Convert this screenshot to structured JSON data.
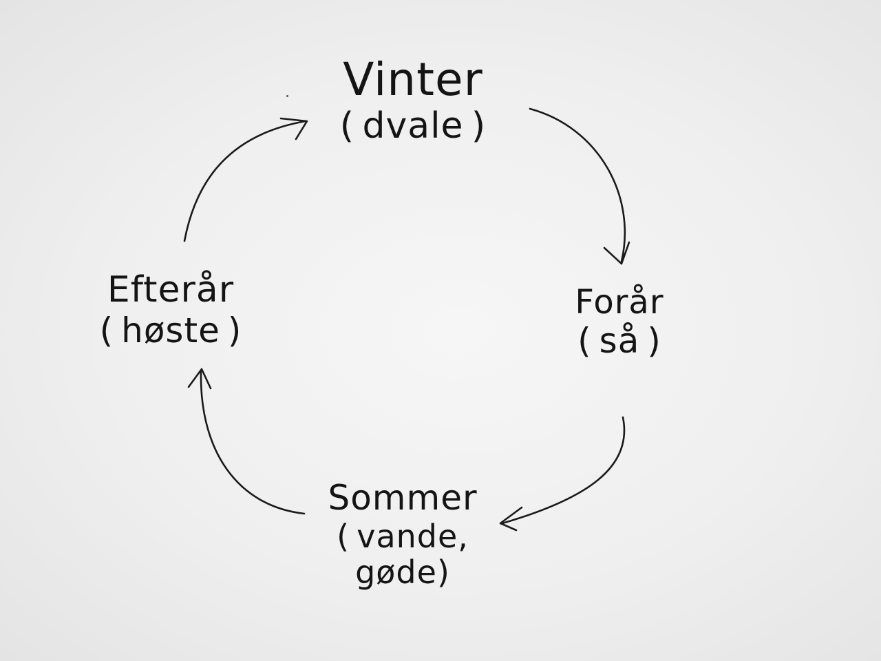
{
  "diagram": {
    "nodes": [
      {
        "id": "vinter",
        "label": "Vinter",
        "note": "dvale"
      },
      {
        "id": "foraar",
        "label": "Forår",
        "note": "så"
      },
      {
        "id": "sommer",
        "label": "Sommer",
        "note": "vande, gøde"
      },
      {
        "id": "efteraar",
        "label": "Efterår",
        "note": "høste"
      }
    ],
    "edges": [
      {
        "from": "vinter",
        "to": "foraar"
      },
      {
        "from": "foraar",
        "to": "sommer"
      },
      {
        "from": "sommer",
        "to": "efteraar"
      },
      {
        "from": "efteraar",
        "to": "vinter"
      }
    ]
  },
  "colors": {
    "ink": "#141414",
    "paper": "#efefef"
  }
}
